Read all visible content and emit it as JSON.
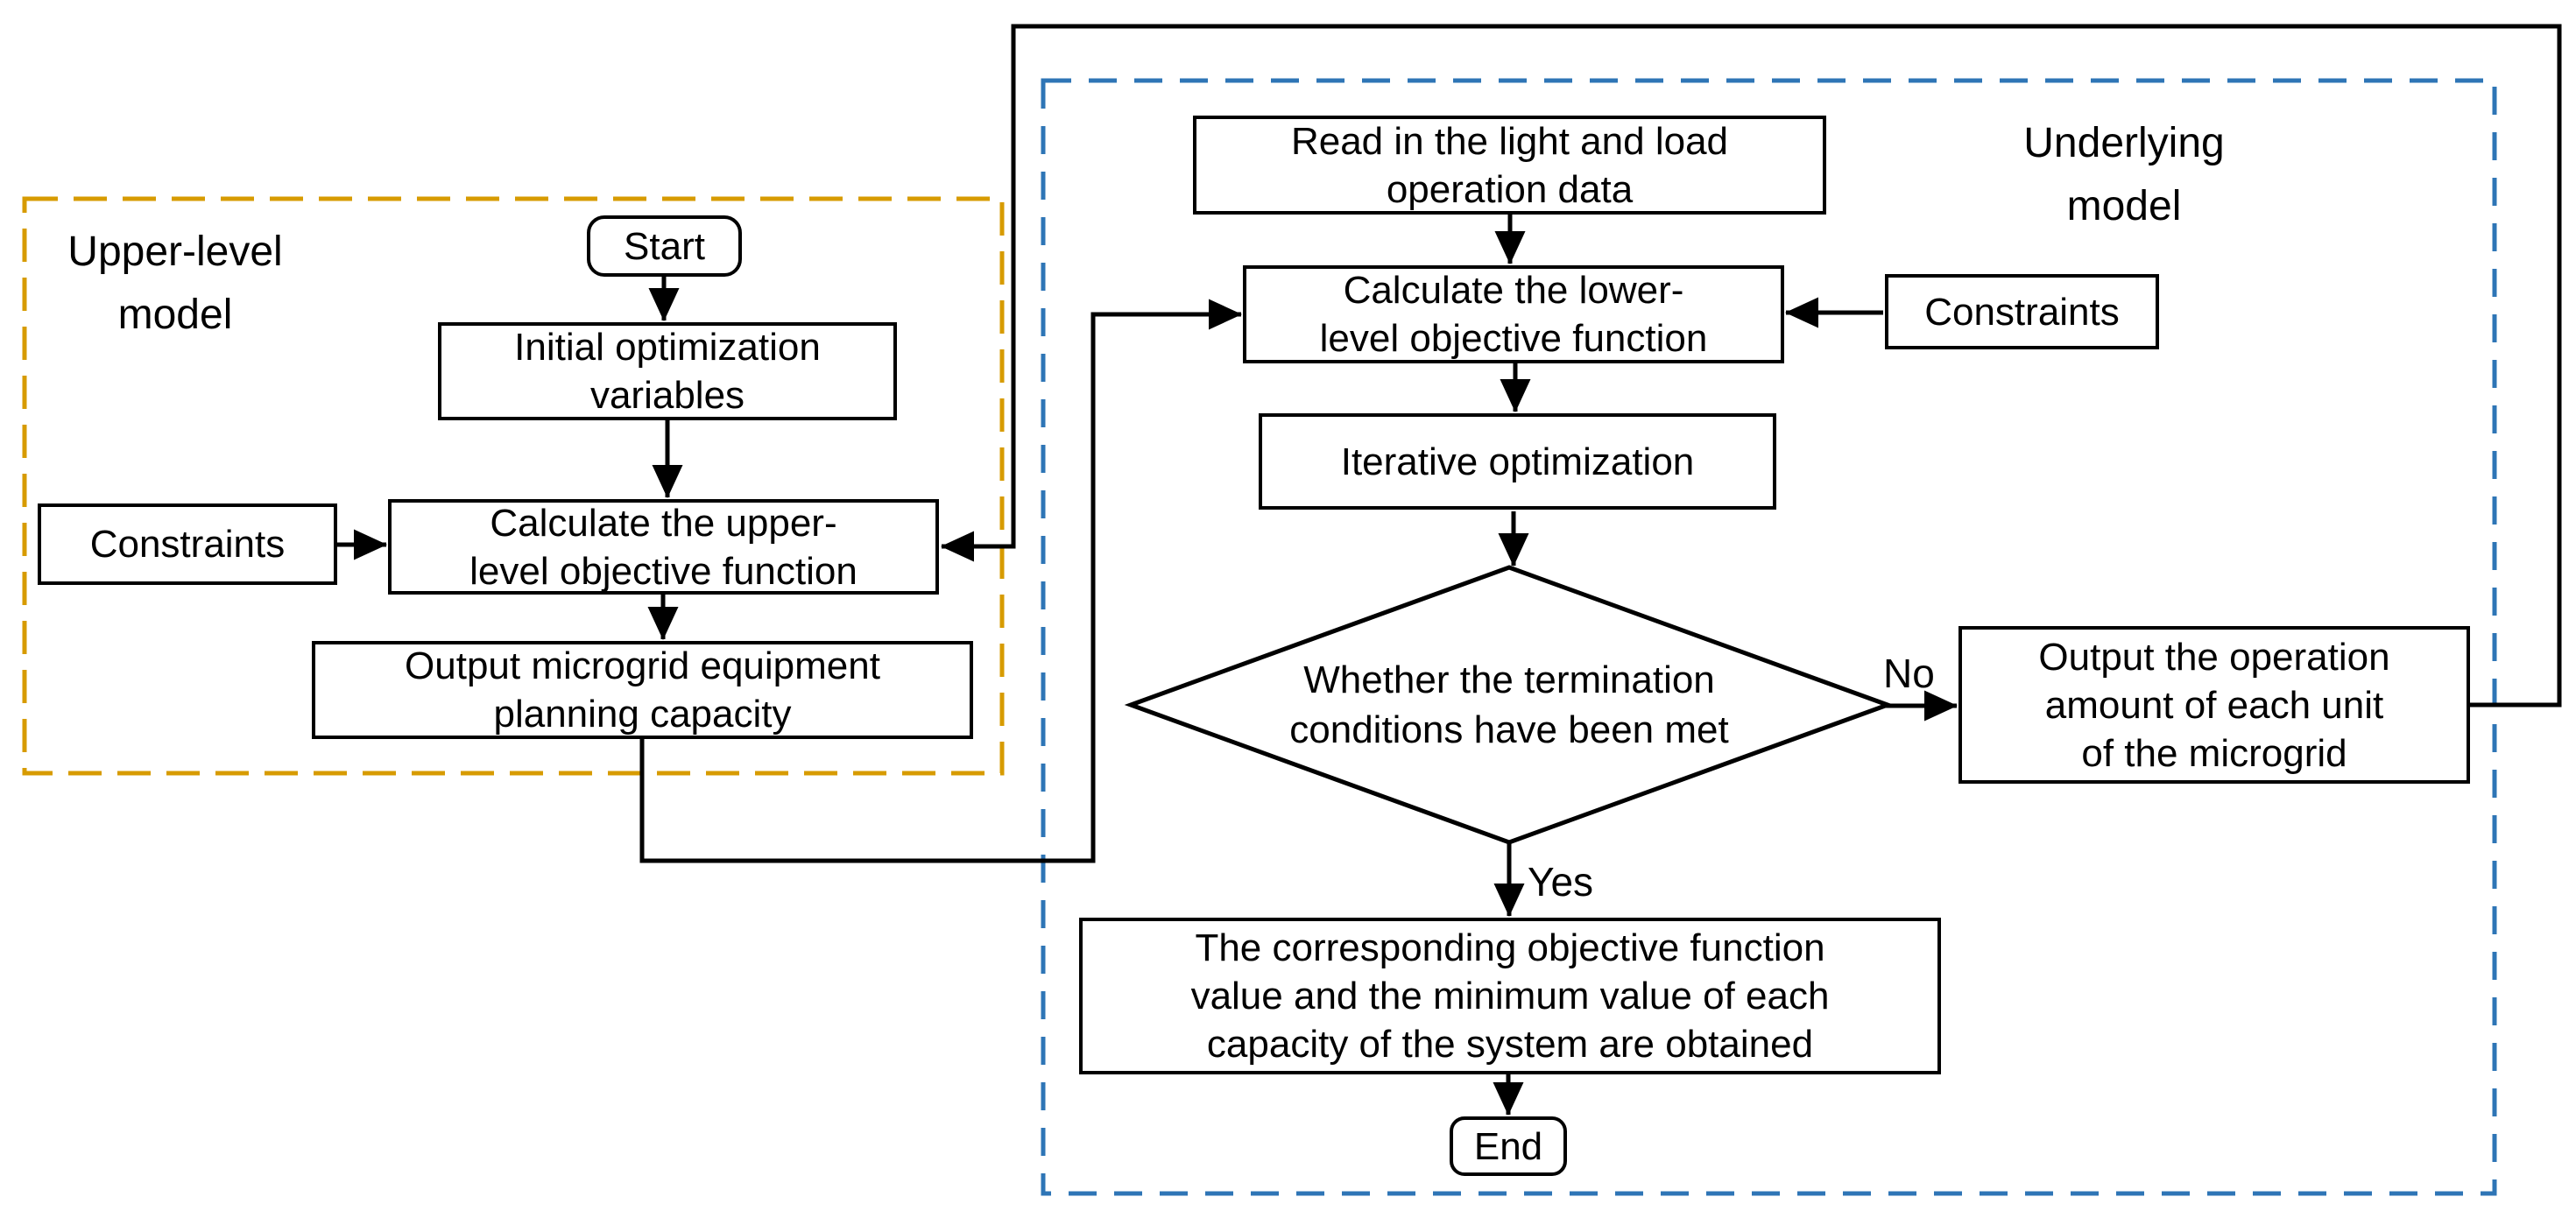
{
  "regions": {
    "upper_model": {
      "label_lines": [
        "Upper-level",
        "model"
      ],
      "border_color": "#D79B00"
    },
    "underlying_model": {
      "label_lines": [
        "Underlying",
        "model"
      ],
      "border_color": "#2E75B6"
    }
  },
  "nodes": {
    "start": {
      "label": "Start"
    },
    "initial_variables": {
      "lines": [
        "Initial optimization",
        "variables"
      ]
    },
    "constraints_upper": {
      "label": "Constraints"
    },
    "calculate_upper": {
      "lines": [
        "Calculate the upper-",
        "level objective function"
      ]
    },
    "output_planning": {
      "lines": [
        "Output microgrid equipment",
        "planning capacity"
      ]
    },
    "read_data": {
      "lines": [
        "Read in the light and load",
        "operation data"
      ]
    },
    "calculate_lower": {
      "lines": [
        "Calculate the lower-",
        "level objective function"
      ]
    },
    "constraints_lower": {
      "label": "Constraints"
    },
    "iterative": {
      "label": "Iterative optimization"
    },
    "decision": {
      "lines": [
        "Whether the termination",
        "conditions have been met"
      ]
    },
    "output_operation": {
      "lines": [
        "Output the operation",
        "amount of each unit",
        "of the microgrid"
      ]
    },
    "result": {
      "lines": [
        "The corresponding objective function",
        "value and the minimum value of each",
        "capacity of the system are obtained"
      ]
    },
    "end": {
      "label": "End"
    }
  },
  "edge_labels": {
    "no": "No",
    "yes": "Yes"
  },
  "colors": {
    "flow_line": "#000000",
    "node_border": "#000000",
    "node_fill": "#FFFFFF",
    "text": "#000000",
    "upper_border": "#D79B00",
    "lower_border": "#2E75B6"
  }
}
